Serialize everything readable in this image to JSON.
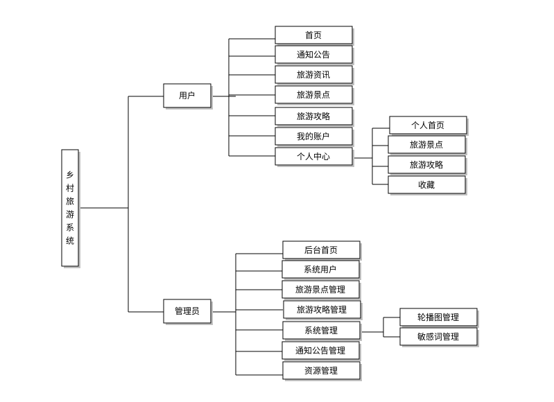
{
  "root": {
    "label": "乡村旅游系统"
  },
  "user": {
    "label": "用户",
    "children": [
      "首页",
      "通知公告",
      "旅游资讯",
      "旅游景点",
      "旅游攻略",
      "我的账户",
      "个人中心"
    ]
  },
  "personal_center": {
    "children": [
      "个人首页",
      "旅游景点",
      "旅游攻略",
      "收藏"
    ]
  },
  "admin": {
    "label": "管理员",
    "children": [
      "后台首页",
      "系统用户",
      "旅游景点管理",
      "旅游攻略管理",
      "系统管理",
      "通知公告管理",
      "资源管理"
    ]
  },
  "system_manage": {
    "children": [
      "轮播图管理",
      "敏感词管理"
    ]
  }
}
